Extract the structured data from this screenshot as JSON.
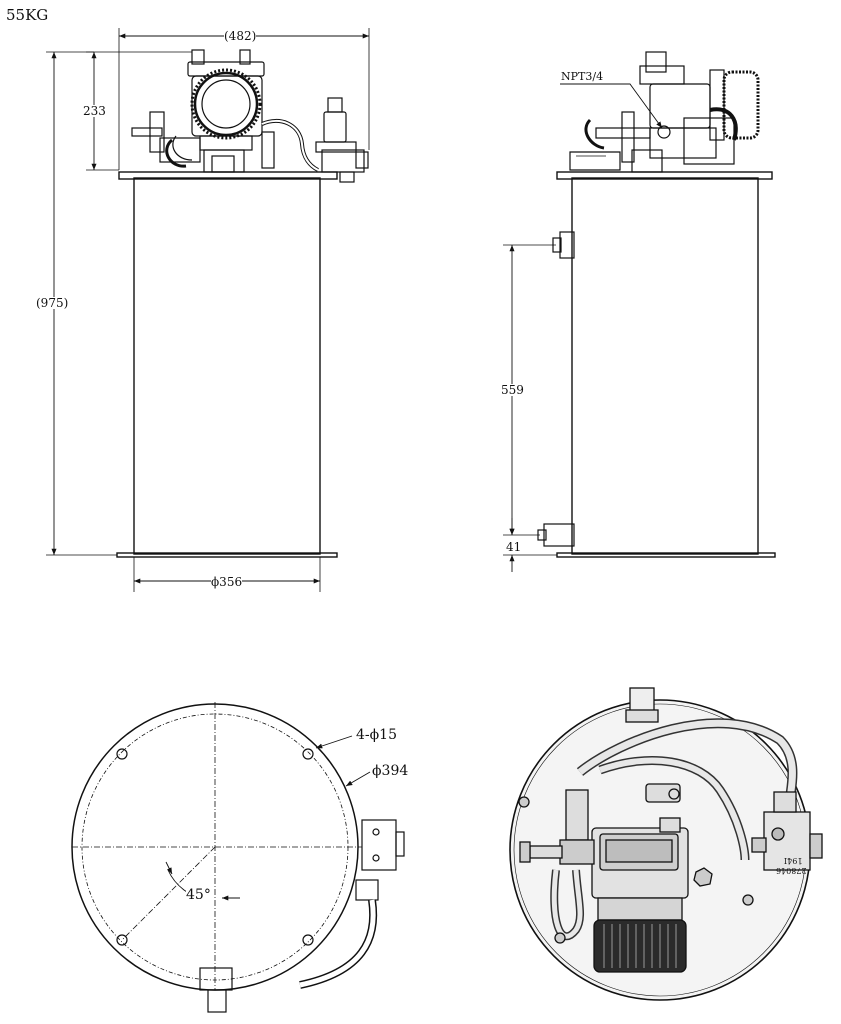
{
  "weight": "55KG",
  "front_view": {
    "width_dim": "(482)",
    "top_height_dim": "233",
    "total_height_dim": "(975)",
    "diameter_dim": "ϕ356"
  },
  "side_view": {
    "port_label": "NPT3/4",
    "height_dim": "559",
    "base_dim": "41"
  },
  "top_view": {
    "holes_label": "4-ϕ15",
    "diameter_label": "ϕ394",
    "angle_label": "45°"
  },
  "photo_view": {
    "plate_text_1": "278046",
    "plate_text_2": "194I"
  }
}
